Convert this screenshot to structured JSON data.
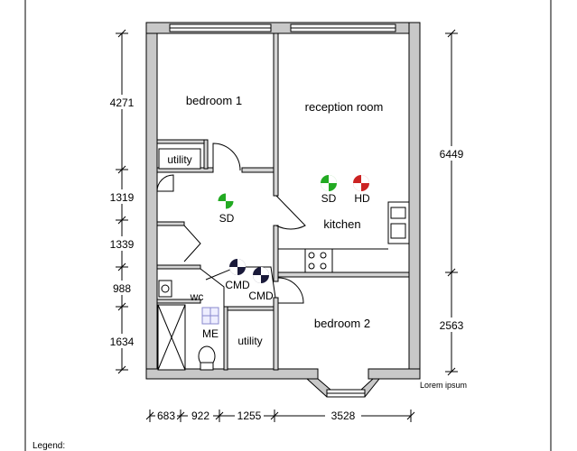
{
  "rooms": {
    "bedroom1": "bedroom 1",
    "reception": "reception room",
    "utility_top": "utility",
    "kitchen": "kitchen",
    "wc": "wc",
    "utility_bottom": "utility",
    "bedroom2": "bedroom 2"
  },
  "symbols": {
    "sd_hall": "SD",
    "sd_kitchen": "SD",
    "hd_kitchen": "HD",
    "cmd_1": "CMD",
    "cmd_2": "CMD",
    "me": "ME"
  },
  "dimensions": {
    "left": [
      "4271",
      "1319",
      "1339",
      "988",
      "1634"
    ],
    "right": [
      "6449",
      "2563"
    ],
    "bottom": [
      "683",
      "922",
      "1255",
      "3528"
    ]
  },
  "footer": {
    "brand": "Lorem ipsum",
    "legend": "Legend:"
  },
  "colors": {
    "wall": "#c8c8c8",
    "smoke_detector": "#22aa22",
    "heat_detector": "#cc2222",
    "co_detector": "#000000"
  }
}
